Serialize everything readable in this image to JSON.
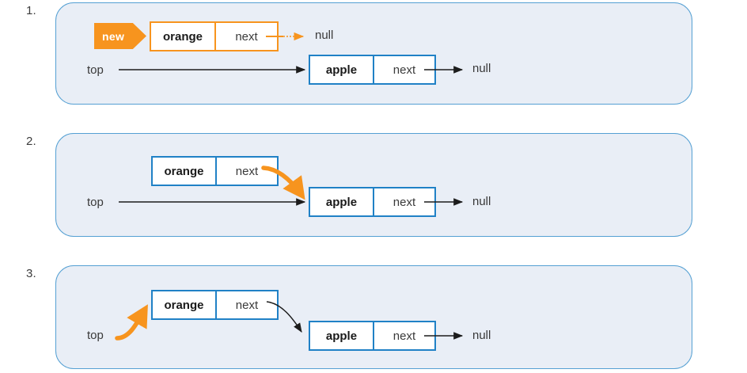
{
  "diagram": {
    "title": "Linked list push operation - three steps",
    "colors": {
      "panel_bg": "#e9eef6",
      "panel_border": "#55a0d3",
      "node_blue": "#2081c6",
      "node_orange": "#f7941e",
      "arrow_black": "#222222",
      "text": "#3a3a3a"
    }
  },
  "steps": [
    {
      "number": "1.",
      "new_tag": "new",
      "nodes": [
        {
          "data": "orange",
          "next_label": "next",
          "target": "null"
        },
        {
          "data": "apple",
          "next_label": "next",
          "target": "null"
        }
      ],
      "top_label": "top",
      "null_labels": [
        "null",
        "null"
      ]
    },
    {
      "number": "2.",
      "nodes": [
        {
          "data": "orange",
          "next_label": "next"
        },
        {
          "data": "apple",
          "next_label": "next",
          "target": "null"
        }
      ],
      "top_label": "top",
      "null_labels": [
        "null"
      ]
    },
    {
      "number": "3.",
      "nodes": [
        {
          "data": "orange",
          "next_label": "next"
        },
        {
          "data": "apple",
          "next_label": "next",
          "target": "null"
        }
      ],
      "top_label": "top",
      "null_labels": [
        "null"
      ]
    }
  ]
}
